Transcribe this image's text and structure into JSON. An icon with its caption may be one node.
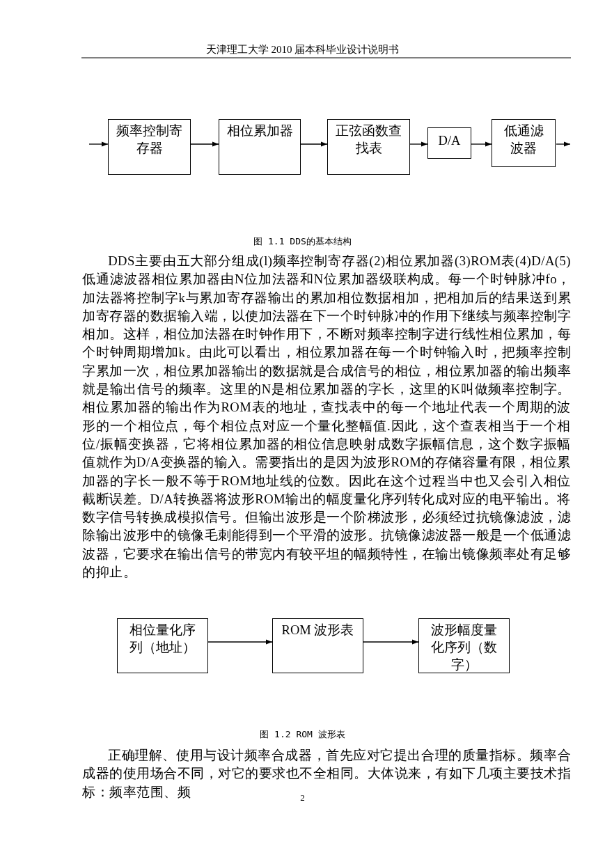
{
  "diagram": {
    "nodes": [
      {
        "text": [
          "频率控制寄存器"
        ]
      },
      {
        "text": [
          "相位累加器"
        ]
      },
      {
        "text": [
          "正弦函数查找表"
        ]
      },
      {
        "text": [
          "D/A"
        ]
      },
      {
        "text": [
          "低通滤波器"
        ]
      },
      {
        "text": [
          "相位量化序列（地址）"
        ]
      },
      {
        "text": [
          "ROM 波形表"
        ]
      },
      {
        "text": [
          "波形幅度量化序列（数字）"
        ]
      }
    ],
    "edges": [
      {
        "from": null,
        "to": 0,
        "arrow": "to"
      },
      {
        "from": 0,
        "to": 1,
        "arrow": "to"
      },
      {
        "from": 1,
        "to": 2,
        "arrow": "to"
      },
      {
        "from": 2,
        "to": 3,
        "arrow": "to"
      },
      {
        "from": 3,
        "to": 4,
        "arrow": "to"
      },
      {
        "from": 4,
        "to": null,
        "arrow": "to"
      },
      {
        "from": 5,
        "to": 6,
        "arrow": "to"
      },
      {
        "from": 6,
        "to": 7,
        "arrow": "to"
      }
    ],
    "labels": [
      "天津理工大学 2010 届本科毕业设计说明书",
      "图 1.1 DDS的基本结构",
      "DDS主要由五大部分组成(l)频率控制寄存器(2)相位累加器(3)ROM表(4)D/A(5)低通滤波器相位累加器由N位加法器和N位累加器级联构成。每一个时钟脉冲fo，加法器将控制字k与累加寄存器输出的累加相位数据相加，把相加后的结果送到累加寄存器的数据输入端，以使加法器在下一个时钟脉冲的作用下继续与频率控制字相加。这样，相位加法器在时钟作用下，不断对频率控制字进行线性相位累加，每个时钟周期增加k。由此可以看出，相位累加器在每一个时钟输入时，把频率控制字累加一次，相位累加器输出的数据就是合成信号的相位，相位累加器的输出频率就是输出信号的频率。这里的N是相位累加器的字长，这里的K叫做频率控制字。相位累加器的输出作为ROM表的地址，查找表中的每一个地址代表一个周期的波形的一个相位点，每个相位点对应一个量化整幅值.因此，这个查表相当于一个相位/振幅变换器，它将相位累加器的相位信息映射成数字振幅信息，这个数字振幅值就作为D/A变换器的输入。需要指出的是因为波形ROM的存储容量有限，相位累加器的字长一般不等于ROM地址线的位数。因此在这个过程当中也又会引入相位截断误差。D/A转换器将波形ROM输出的幅度量化序列转化成对应的电平输出。将数字信号转换成模拟信号。但输出波形是一个阶梯波形，必须经过抗镜像滤波，滤除输出波形中的镜像毛刺能得到一个平滑的波形。抗镜像滤波器一般是一个低通滤波器，它要求在输出信号的带宽内有较平坦的幅频特性，在输出镜像频率处有足够的抑止。",
      "图 1.2 ROM 波形表",
      "正确理解、使用与设计频率合成器，首先应对它提出合理的质量指标。频率合成器的使用场合不同，对它的要求也不全相同。大体说来，有如下几项主要技术指标：频率范围、频",
      "2"
    ]
  }
}
